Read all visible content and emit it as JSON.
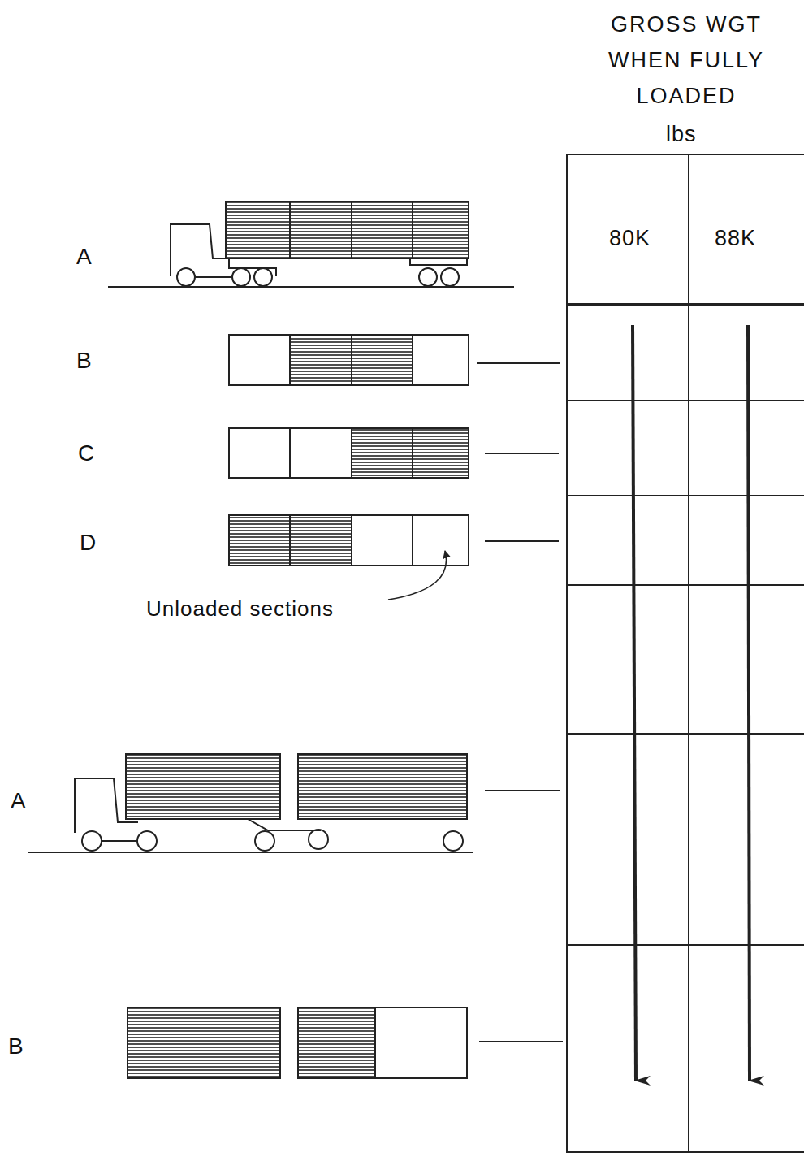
{
  "diagram": {
    "labels": [
      "GROSS WGT WHEN FULLY LOADED",
      "lbs",
      "80K",
      "88K",
      "A",
      "B",
      "C",
      "D",
      "Unloaded sections",
      "A",
      "B"
    ]
  }
}
